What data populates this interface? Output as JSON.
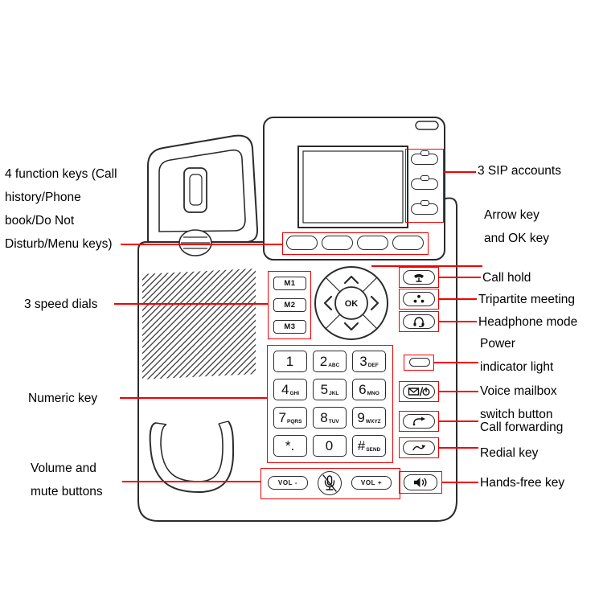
{
  "colors": {
    "annotation_red": "#f40000",
    "outline": "#2b2b2b",
    "background": "#ffffff"
  },
  "annotations": {
    "left": {
      "function_keys": "4 function keys (Call\nhistory/Phone\nbook/Do Not\nDisturb/Menu keys)",
      "speed_dials": "3 speed dials",
      "numeric_key": "Numeric key",
      "volume_mute": "Volume and\nmute buttons"
    },
    "right": {
      "sip_accounts": "3 SIP accounts",
      "arrow_ok": "Arrow key\nand OK key",
      "call_hold": "Call hold",
      "tripartite_meeting": "Tripartite meeting",
      "headphone_mode": "Headphone mode",
      "power_indicator": "Power\nindicator light",
      "voice_mailbox": "Voice mailbox\nswitch button",
      "call_forwarding": "Call forwarding",
      "redial": "Redial key",
      "hands_free": "Hands-free key"
    }
  },
  "phone": {
    "speed_dial_keys": [
      {
        "label": "M1"
      },
      {
        "label": "M2"
      },
      {
        "label": "M3"
      }
    ],
    "nav": {
      "ok_label": "OK"
    },
    "keypad": [
      {
        "digit": "1",
        "letters": ""
      },
      {
        "digit": "2",
        "letters": "ABC"
      },
      {
        "digit": "3",
        "letters": "DEF"
      },
      {
        "digit": "4",
        "letters": "GHI"
      },
      {
        "digit": "5",
        "letters": "JKL"
      },
      {
        "digit": "6",
        "letters": "MNO"
      },
      {
        "digit": "7",
        "letters": "PQRS"
      },
      {
        "digit": "8",
        "letters": "TUV"
      },
      {
        "digit": "9",
        "letters": "WXYZ"
      },
      {
        "digit": "*.",
        "letters": ""
      },
      {
        "digit": "0",
        "letters": ""
      },
      {
        "digit": "#",
        "letters": "SEND"
      }
    ],
    "volume": {
      "down_label": "VOL -",
      "up_label": "VOL +"
    },
    "icons": {
      "call_hold": "handset-on-hold",
      "tripartite_meeting": "three-dot-conference",
      "headphone_mode": "headset",
      "power_indicator": "oval-light",
      "voice_mailbox": "envelope-power",
      "call_forwarding": "curved-arrow",
      "redial": "wave-arrow",
      "hands_free": "speaker-waves",
      "mute": "microphone-slash",
      "nav": "chevrons-up-down-left-right"
    }
  }
}
